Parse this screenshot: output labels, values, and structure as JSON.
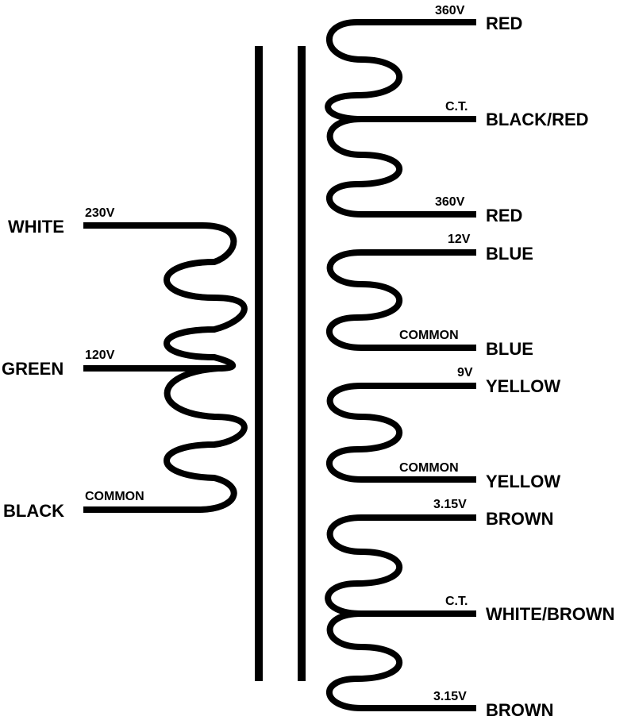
{
  "colors": {
    "ink": "#000000",
    "background": "#ffffff"
  },
  "primary": {
    "leads": [
      {
        "color": "WHITE",
        "tap": "230V"
      },
      {
        "color": "GREEN",
        "tap": "120V"
      },
      {
        "color": "BLACK",
        "tap": "COMMON"
      }
    ]
  },
  "secondary": {
    "windings": [
      {
        "leads": [
          {
            "color": "RED",
            "tap": "360V"
          },
          {
            "color": "BLACK/RED",
            "tap": "C.T."
          },
          {
            "color": "RED",
            "tap": "360V"
          }
        ]
      },
      {
        "leads": [
          {
            "color": "BLUE",
            "tap": "12V"
          },
          {
            "color": "BLUE",
            "tap": "COMMON"
          }
        ]
      },
      {
        "leads": [
          {
            "color": "YELLOW",
            "tap": "9V"
          },
          {
            "color": "YELLOW",
            "tap": "COMMON"
          }
        ]
      },
      {
        "leads": [
          {
            "color": "BROWN",
            "tap": "3.15V"
          },
          {
            "color": "WHITE/BROWN",
            "tap": "C.T."
          },
          {
            "color": "BROWN",
            "tap": "3.15V"
          }
        ]
      }
    ]
  }
}
